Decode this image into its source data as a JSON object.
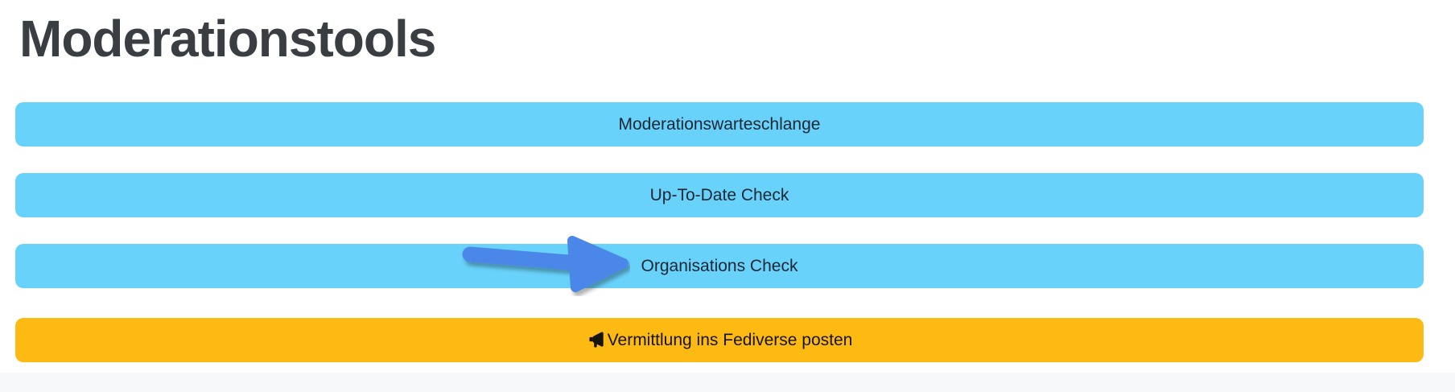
{
  "page": {
    "title": "Moderationstools"
  },
  "buttons": [
    {
      "label": "Moderationswarteschlange"
    },
    {
      "label": "Up-To-Date Check"
    },
    {
      "label": "Organisations Check"
    },
    {
      "label": "Vermittlung ins Fediverse posten",
      "icon": "megaphone-icon"
    }
  ],
  "annotation": {
    "type": "arrow",
    "points_to": "Organisations Check"
  },
  "colors": {
    "primary_button": "#69D2FA",
    "warning_button": "#FDBA12",
    "primary_button_text": "#1A2734",
    "warning_button_text": "#161310",
    "heading_text": "#3A3D42",
    "arrow": "#4C87E8",
    "footer_bar": "#F7F8FA",
    "page_background": "#FFFFFF"
  }
}
